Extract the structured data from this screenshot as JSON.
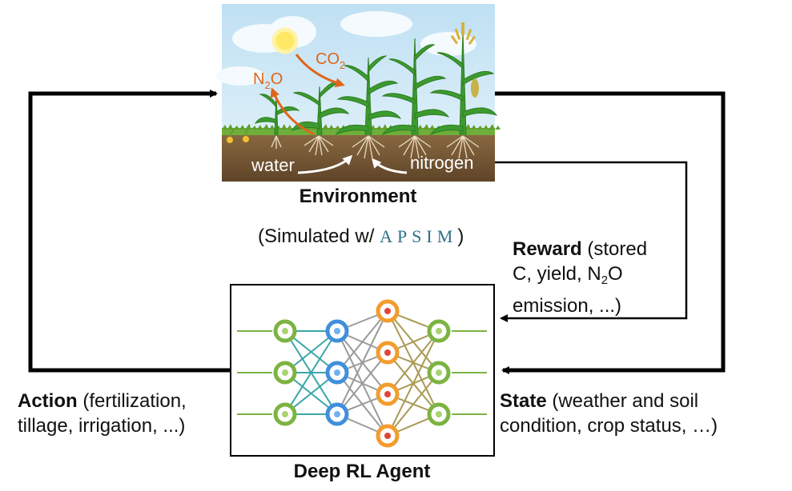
{
  "environment": {
    "title": "Environment",
    "sim_prefix": "(Simulated w/ ",
    "sim_logo": "APSIM",
    "sim_suffix": ")",
    "labels": {
      "co2": "CO",
      "co2_sub": "2",
      "n2o_a": "N",
      "n2o_sub": "2",
      "n2o_b": "O",
      "water": "water",
      "nitrogen": "nitrogen"
    }
  },
  "reward": {
    "title": "Reward",
    "line1_rest": " (stored",
    "line2_a": "C, yield, N",
    "line2_sub": "2",
    "line2_b": "O",
    "line3": "emission, ...)"
  },
  "state": {
    "title": "State",
    "line1_rest": " (weather and soil",
    "line2": "condition, crop status, …)"
  },
  "action": {
    "title": "Action",
    "line1_rest": " (fertilization,",
    "line2": "tillage, irrigation, ...)"
  },
  "agent": {
    "title": "Deep RL Agent"
  },
  "colors": {
    "layer1": "#7cb342",
    "layer2": "#3f8fdc",
    "layer3": "#f39c2d",
    "layer4": "#7cb342",
    "sky": "#d7ecf7",
    "soil": "#7a5a36",
    "plant": "#3d9a2f",
    "arrow": "#000000",
    "gas": "#e0651b"
  },
  "icons": [
    "sun-icon",
    "cloud-icon",
    "corn-plant-icon",
    "root-icon"
  ]
}
